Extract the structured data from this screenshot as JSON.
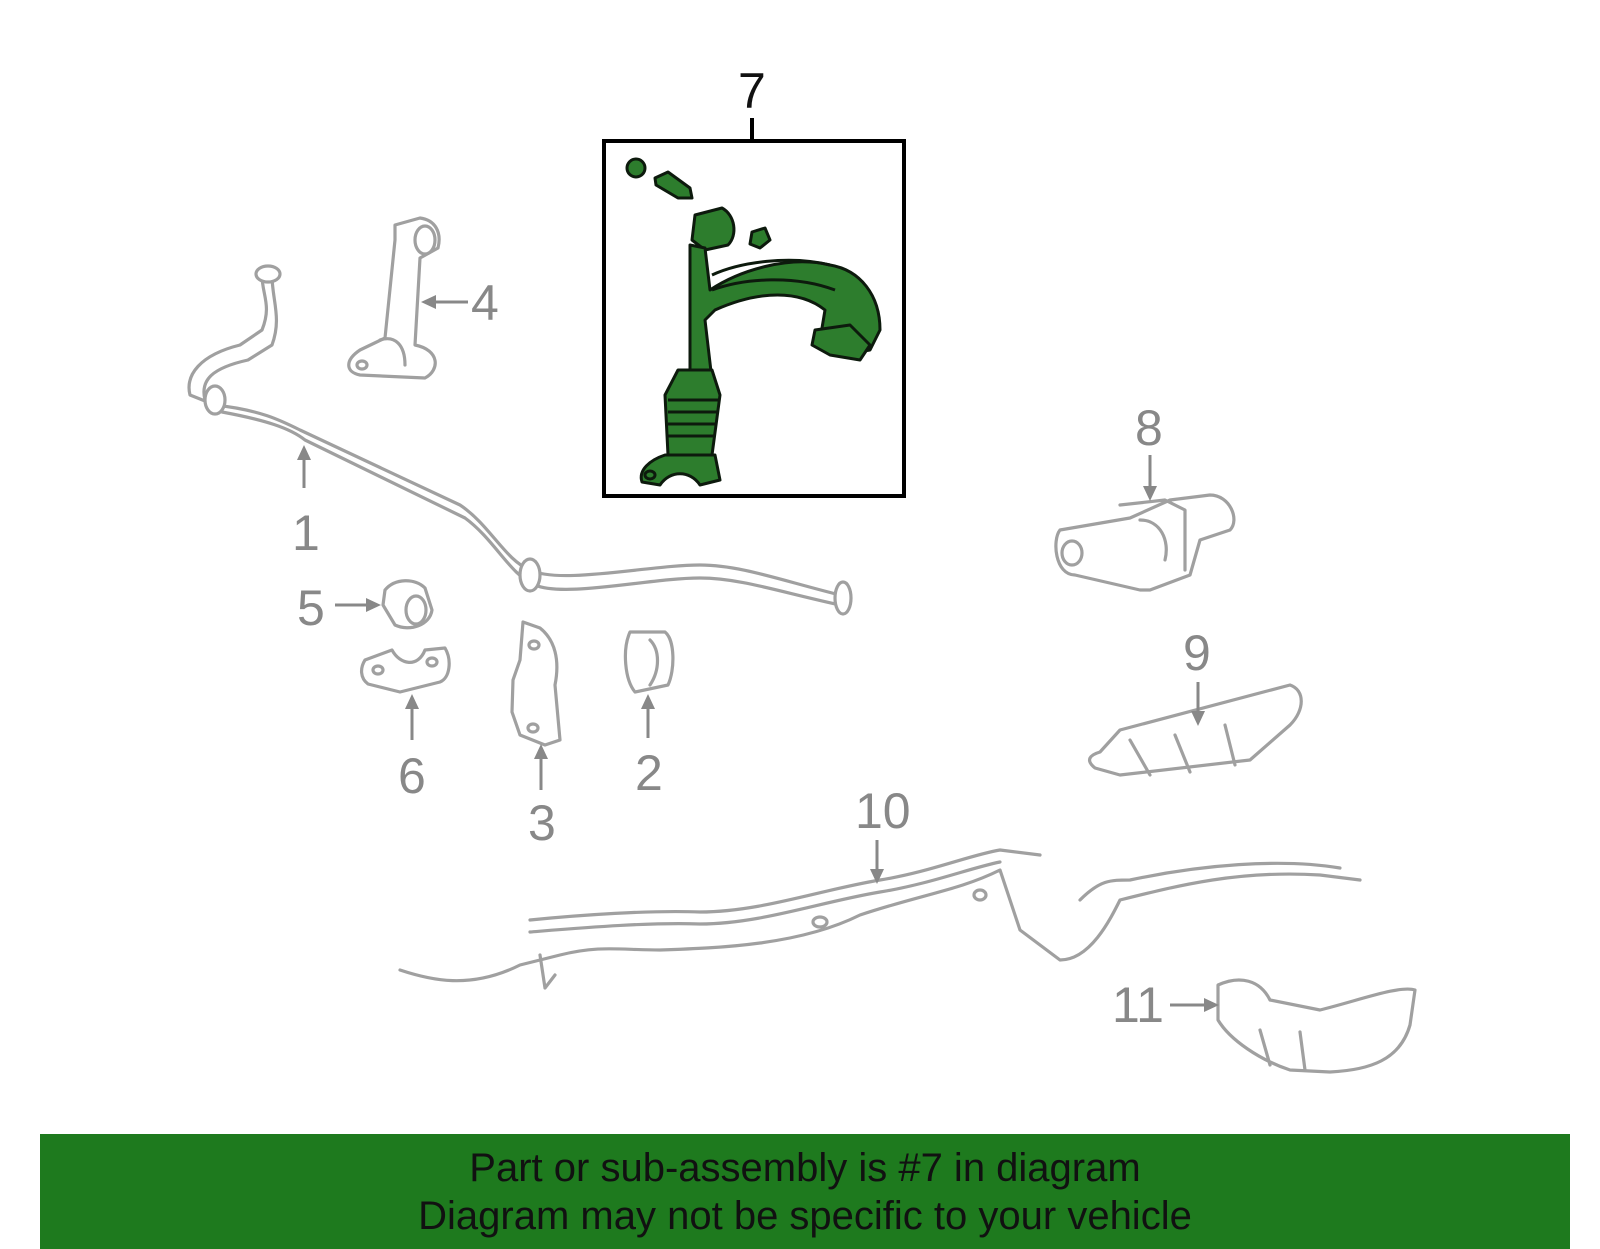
{
  "callouts": {
    "c1": "1",
    "c2": "2",
    "c3": "3",
    "c4": "4",
    "c5": "5",
    "c6": "6",
    "c7": "7",
    "c8": "8",
    "c9": "9",
    "c10": "10",
    "c11": "11"
  },
  "highlight_part": "7",
  "colors": {
    "highlight": "#2d7d2d",
    "banner": "#1e7a1e",
    "ghost_lines": "#a0a0a0",
    "callout_text": "#888888"
  },
  "banner": {
    "line1": "Part or sub-assembly is #7 in diagram",
    "line2": "Diagram may not be specific to your vehicle"
  }
}
